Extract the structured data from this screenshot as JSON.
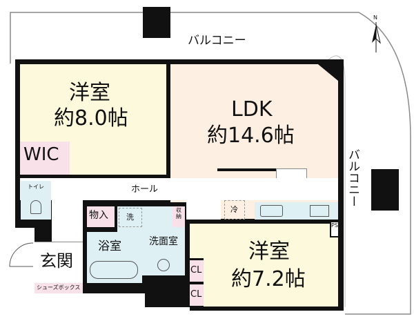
{
  "balcony_top": "バルコニー",
  "balcony_right": "バルコニー",
  "compass": {
    "label": "N"
  },
  "rooms": {
    "western1": {
      "name": "洋室",
      "size": "約8.0帖"
    },
    "ldk": {
      "name": "LDK",
      "size": "約14.6帖"
    },
    "wic": "WIC",
    "toilet": "トイレ",
    "hall": "ホール",
    "storage": "物入",
    "washer": "洗",
    "washroom": "洗面室",
    "closet_small": "収納",
    "bathroom": "浴室",
    "entrance": "玄関",
    "shoebox": "シューズボックス",
    "fridge": "冷",
    "ps": "PS",
    "western2": {
      "name": "洋室",
      "size": "約7.2帖"
    },
    "cl1": "CL",
    "cl2": "CL"
  },
  "colors": {
    "western": "#fcf9dc",
    "ldk": "#fdefe2",
    "wet": "#dff0f5",
    "storage": "#f9e1ea",
    "wall": "#111111"
  }
}
